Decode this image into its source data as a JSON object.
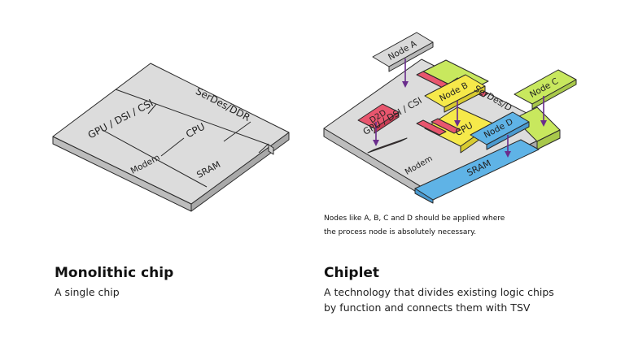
{
  "monolithic": {
    "blocks": {
      "gpu": "GPU / DSI / CSI",
      "serdes": "SerDes/DDR",
      "cpu": "CPU",
      "modem": "Modem",
      "sram": "SRAM"
    },
    "title": "Monolithic chip",
    "description": "A single chip"
  },
  "chiplet": {
    "blocks": {
      "gpu": "GPU / DSI / CSI",
      "serdes": "SerDes/D",
      "cpu": "CPU",
      "modem": "Modem",
      "sram": "SRAM",
      "d2d": "D2D"
    },
    "nodes": {
      "a": "Node A",
      "b": "Node B",
      "c": "Node C",
      "d": "Node D"
    },
    "note_lines": [
      "Nodes like A, B, C and D should be applied where",
      "the process node is absolutely necessary."
    ],
    "title": "Chiplet",
    "description_lines": [
      "A technology that divides existing logic chips",
      "by function and connects them with TSV"
    ]
  },
  "colors": {
    "chip_gray": "#dcdcdc",
    "outline": "#2a2a2a",
    "node_yellow": "#f6e94a",
    "node_green": "#c8e85e",
    "node_blue": "#5fb3e6",
    "node_red": "#e8566e",
    "arrow_purple": "#6a2c8c"
  }
}
